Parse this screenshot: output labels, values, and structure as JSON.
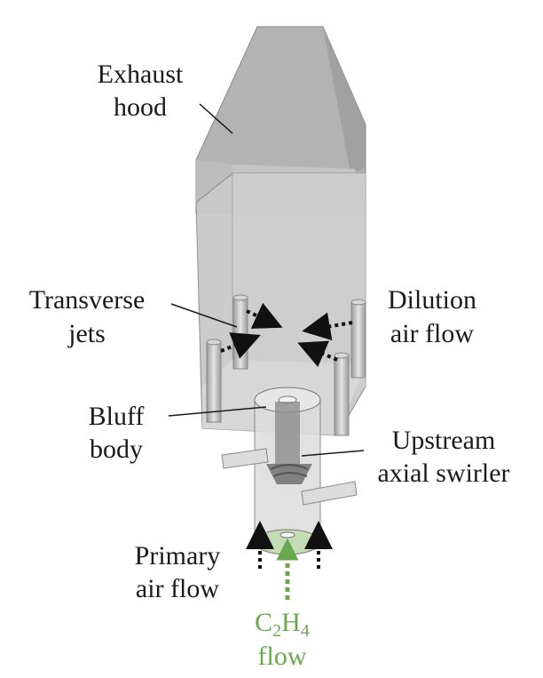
{
  "labels": {
    "exhaust_hood": [
      "Exhaust",
      "hood"
    ],
    "transverse_jets": [
      "Transverse",
      "jets"
    ],
    "dilution_air_flow": [
      "Dilution",
      "air flow"
    ],
    "bluff_body": [
      "Bluff",
      "body"
    ],
    "upstream_axial_swirler": [
      "Upstream",
      "axial swirler"
    ],
    "primary_air_flow": [
      "Primary",
      "air flow"
    ],
    "fuel_flow": {
      "c": "C",
      "sub1": "2",
      "h": "H",
      "sub2": "4",
      "line2": "flow"
    }
  },
  "colors": {
    "fuel_arrow": "#6aa84f",
    "flow_arrow": "#111111",
    "body_gray": "#c8c8c8"
  }
}
